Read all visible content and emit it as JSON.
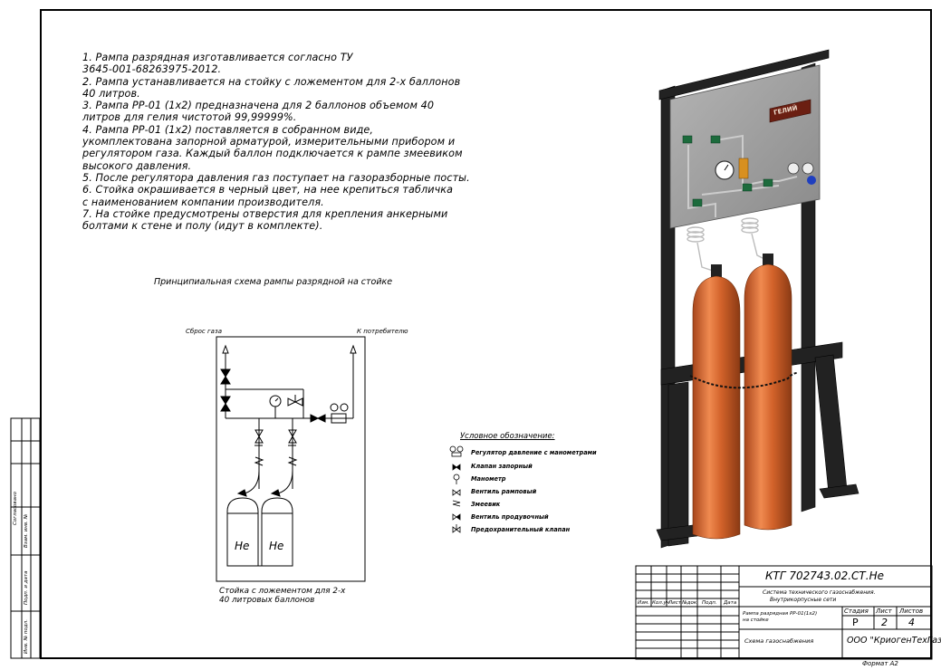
{
  "notes": [
    "1. Рампа разрядная изготавливается согласно ТУ",
    "3645-001-68263975-2012.",
    "2. Рампа устанавливается на стойку с ложементом для 2-х баллонов",
    "40 литров.",
    "3. Рампа РР-01 (1х2) предназначена для 2 баллонов объемом 40",
    "литров для гелия чистотой 99,99999%.",
    "4. Рампа РР-01 (1х2) поставляется в собранном виде,",
    "укомплектована  запорной арматурой, измерительными прибором и",
    "регулятором газа. Каждый баллон подключается к рампе змеевиком",
    "высокого давления.",
    "5. После регулятора давления газ поступает на газоразборные посты.",
    "6. Стойка окрашивается в черный цвет, на нее крепиться табличка",
    "с наименованием компании производителя.",
    "7. На стойке предусмотрены отверстия для крепления анкерными",
    "болтами к стене и полу (идут в комплекте)."
  ],
  "schema": {
    "title": "Принципиальная схема рампы разрядной на стойке",
    "label_vent": "Сброс газа",
    "label_consumer": "К потребителю",
    "cylinder_label_1": "He",
    "cylinder_label_2": "He",
    "caption_line1": "Стойка с ложементом для 2-х",
    "caption_line2": "40 литровых баллонов"
  },
  "legend": {
    "title": "Условное обозначение:",
    "items": [
      "Регулятор давление с манометрами",
      "Клапан запорный",
      "Манометр",
      "Вентиль рамповый",
      "Змеевик",
      "Вентиль продувочный",
      "Предохранительный клапан"
    ]
  },
  "illustration": {
    "plate_text": "ГЕЛИЙ",
    "cylinder_color": "#d2622a",
    "panel_color": "#9a9a9a"
  },
  "margin": {
    "label_1": "Согласовано",
    "label_2": "Взам. инв. №",
    "label_3": "Подп. и дата",
    "label_4": "Инв. № подл."
  },
  "title_block": {
    "code": "КТГ 702743.02.СТ.Не",
    "system_line1": "Система технического газоснабжения.",
    "system_line2": "Внутрикорпусные сети",
    "col_labels": [
      "Изм.",
      "Кол.уч",
      "Лист",
      "№док.",
      "Подп.",
      "Дата"
    ],
    "item_line1": "Рампа разрядная РР-01(1х2)",
    "item_line2": "на стойке",
    "stage_label": "Стадия",
    "sheet_label": "Лист",
    "sheets_label": "Листов",
    "stage": "Р",
    "sheet": "2",
    "sheets": "4",
    "drawing_name": "Схема газоснабжения",
    "company": "ООО \"КриогенТехГаз\"",
    "format": "Формат А2"
  }
}
